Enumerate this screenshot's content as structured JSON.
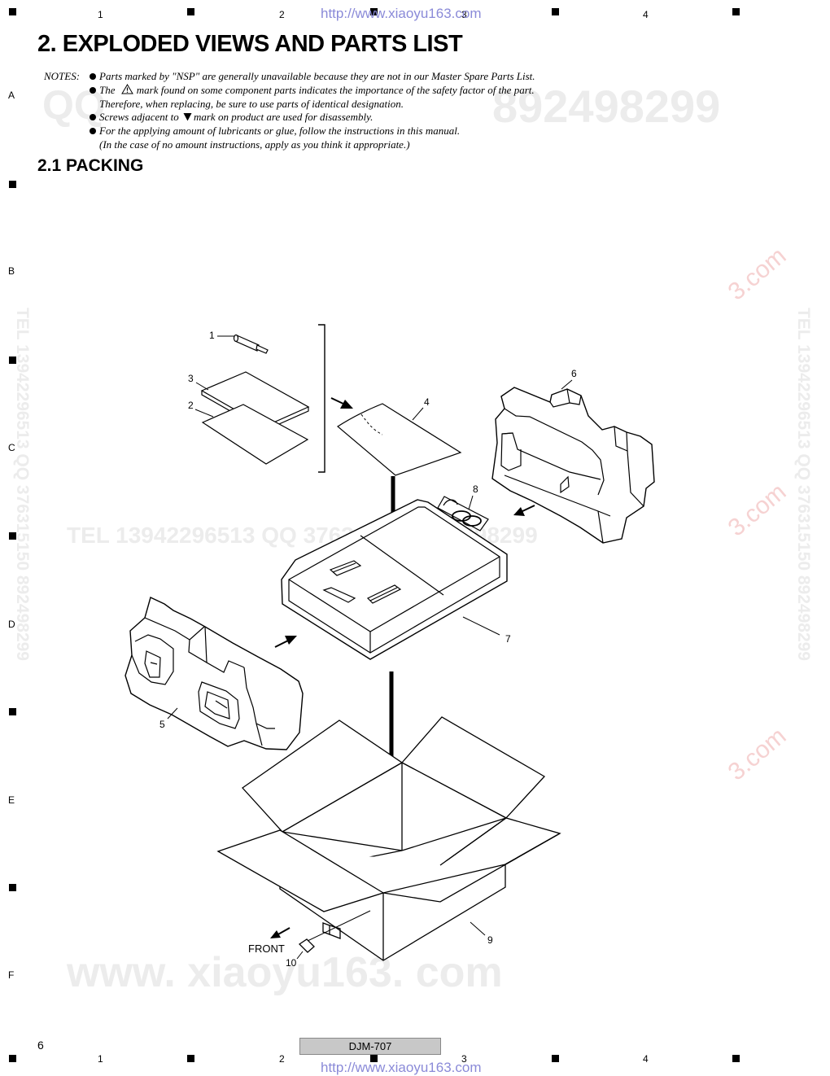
{
  "header": {
    "url": "http://www.xiaoyu163.com",
    "column_numbers": [
      "1",
      "2",
      "3",
      "4"
    ]
  },
  "row_letters": [
    "A",
    "B",
    "C",
    "D",
    "E",
    "F"
  ],
  "title": "2. EXPLODED VIEWS AND PARTS LIST",
  "notes": {
    "label": "NOTES:",
    "lines": [
      "Parts marked by \"NSP\" are generally unavailable because they are not in our Master Spare Parts List.",
      "mark found on some component parts indicates the importance of the safety factor of the part.",
      "Therefore, when replacing, be sure to use parts of identical designation.",
      "mark on product are used for disassembly.",
      "For the applying amount of lubricants or glue, follow the instructions in this manual.",
      "(In the case of no amount instructions, apply as you think it appropriate.)"
    ],
    "line2_prefix": "The",
    "line4_prefix": "Screws adjacent to"
  },
  "section": {
    "title": "2.1  PACKING"
  },
  "diagram": {
    "callouts": [
      "1",
      "2",
      "3",
      "4",
      "5",
      "6",
      "7",
      "8",
      "9",
      "10"
    ],
    "front_label": "FRONT"
  },
  "watermarks": {
    "qq_left": "QQ",
    "qq_right": "892498299",
    "tel_line": "TEL  13942296513     QQ  376315150  892498299",
    "www": "www. xiaoyu163. com",
    "vertical_right": "TEL  13942296513  QQ  376315150  892498299",
    "vertical_left": "TEL  13942296513  QQ  376315150  892498299",
    "red_mark": "3.com"
  },
  "footer": {
    "page_number": "6",
    "model": "DJM-707",
    "url": "http://www.xiaoyu163.com"
  }
}
